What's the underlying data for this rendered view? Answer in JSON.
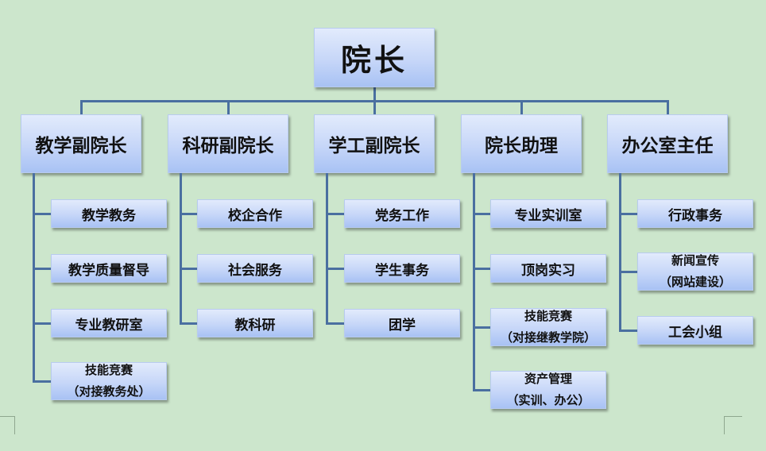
{
  "root": {
    "label": "院长"
  },
  "departments": [
    {
      "label": "教学副院长",
      "children": [
        {
          "lines": [
            "教学教务"
          ]
        },
        {
          "lines": [
            "教学质量督导"
          ]
        },
        {
          "lines": [
            "专业教研室"
          ]
        },
        {
          "lines": [
            "技能竞赛",
            "（对接教务处）"
          ]
        }
      ]
    },
    {
      "label": "科研副院长",
      "children": [
        {
          "lines": [
            "校企合作"
          ]
        },
        {
          "lines": [
            "社会服务"
          ]
        },
        {
          "lines": [
            "教科研"
          ]
        }
      ]
    },
    {
      "label": "学工副院长",
      "children": [
        {
          "lines": [
            "党务工作"
          ]
        },
        {
          "lines": [
            "学生事务"
          ]
        },
        {
          "lines": [
            "团学"
          ]
        }
      ]
    },
    {
      "label": "院长助理",
      "children": [
        {
          "lines": [
            "专业实训室"
          ]
        },
        {
          "lines": [
            "顶岗实习"
          ]
        },
        {
          "lines": [
            "技能竞赛",
            "（对接继教学院）"
          ]
        },
        {
          "lines": [
            "资产管理",
            "（实训、办公）"
          ]
        }
      ]
    },
    {
      "label": "办公室主任",
      "children": [
        {
          "lines": [
            "行政事务"
          ]
        },
        {
          "lines": [
            "新闻宣传",
            "（网站建设）"
          ]
        },
        {
          "lines": [
            "工会小组"
          ]
        }
      ]
    }
  ]
}
